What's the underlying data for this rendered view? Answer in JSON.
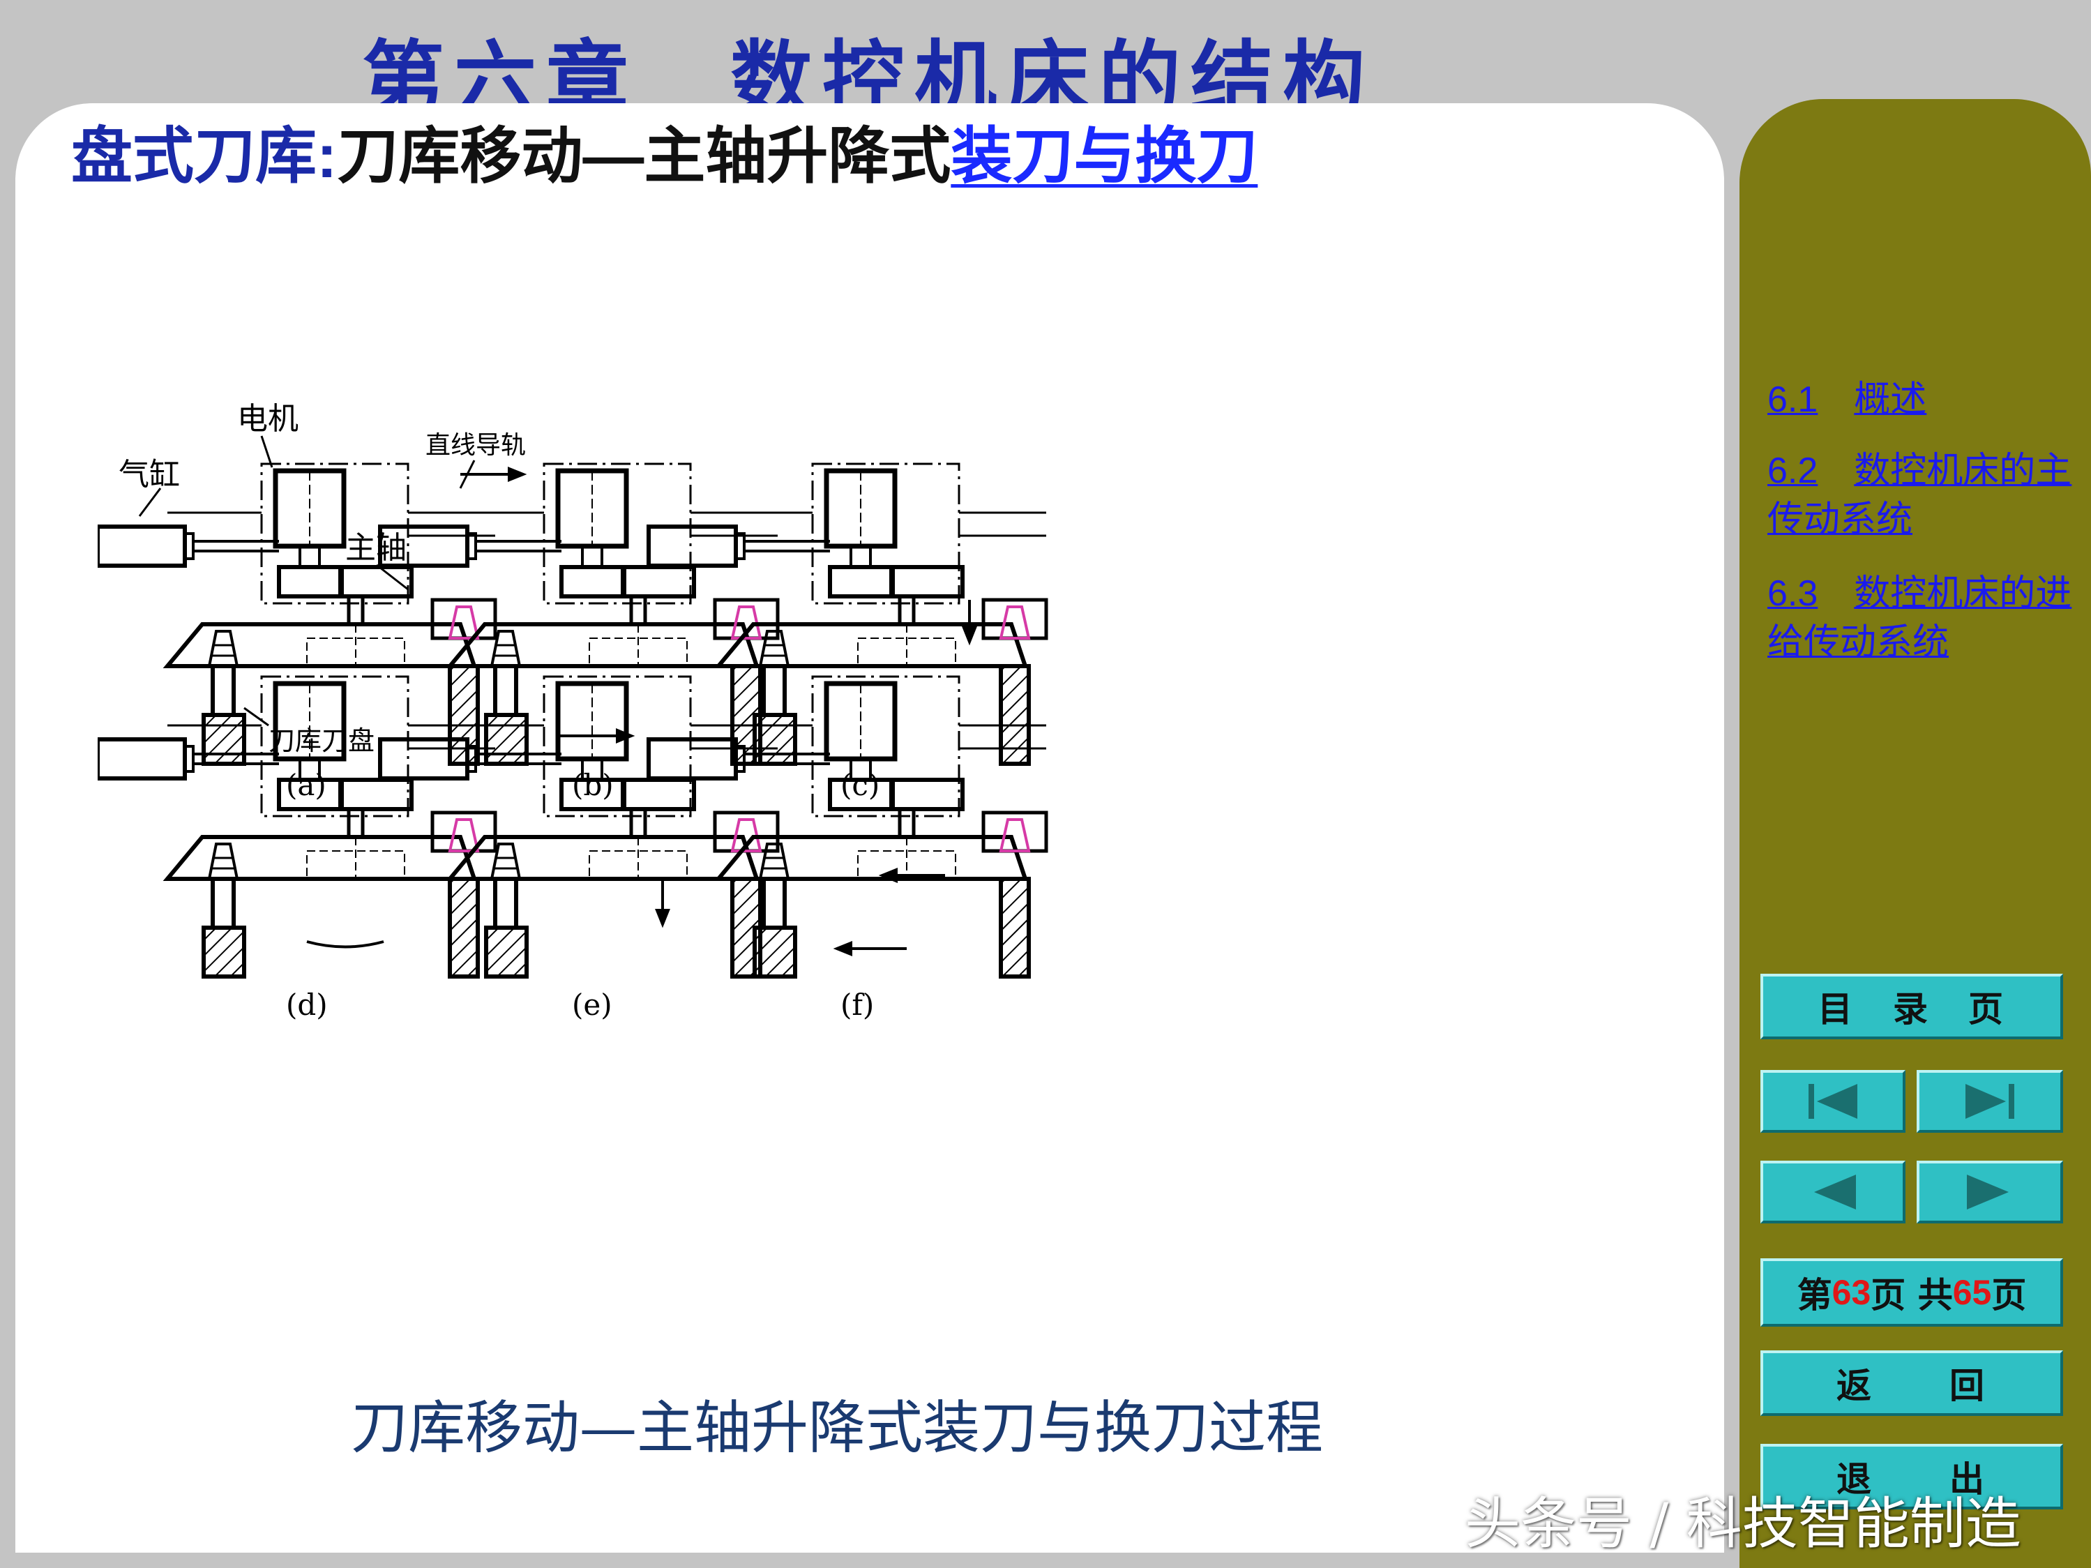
{
  "header": {
    "chapter_title": "第六章　数控机床的结构"
  },
  "slide": {
    "title_part1": "盘式刀库:",
    "title_part2": "刀库移动—主轴升降式",
    "title_link": "装刀与换刀",
    "caption": "刀库移动—主轴升降式装刀与换刀过程"
  },
  "diagram": {
    "labels": {
      "motor": "电机",
      "cylinder": "气缸",
      "linear_guide": "直线导轨",
      "spindle": "主轴",
      "tool_disc": "刀库刀盘"
    },
    "panels": [
      "(a)",
      "(b)",
      "(c)",
      "(d)",
      "(e)",
      "(f)"
    ]
  },
  "sidebar": {
    "links": [
      {
        "num": "6.1",
        "text": "概述"
      },
      {
        "num": "6.2",
        "text": "数控机床的主传动系统"
      },
      {
        "num": "6.3",
        "text": "数控机床的进给传动系统"
      }
    ],
    "toc_button": "目　录　页",
    "pager": {
      "prefix": "第",
      "current": "63",
      "middle": "页 共",
      "total": "65",
      "suffix": "页"
    },
    "back_button": "返　　回",
    "exit_button": "退　　出"
  },
  "watermark": "头条号 / 科技智能制造",
  "colors": {
    "background": "#c4c4c4",
    "sidebar": "#7d7a12",
    "button": "#2fc0c4",
    "title_blue": "#1a2aa8",
    "link_blue": "#1a1aee",
    "page_red": "#e01818"
  },
  "icons": [
    "first-page-icon",
    "last-page-icon",
    "prev-page-icon",
    "next-page-icon"
  ]
}
